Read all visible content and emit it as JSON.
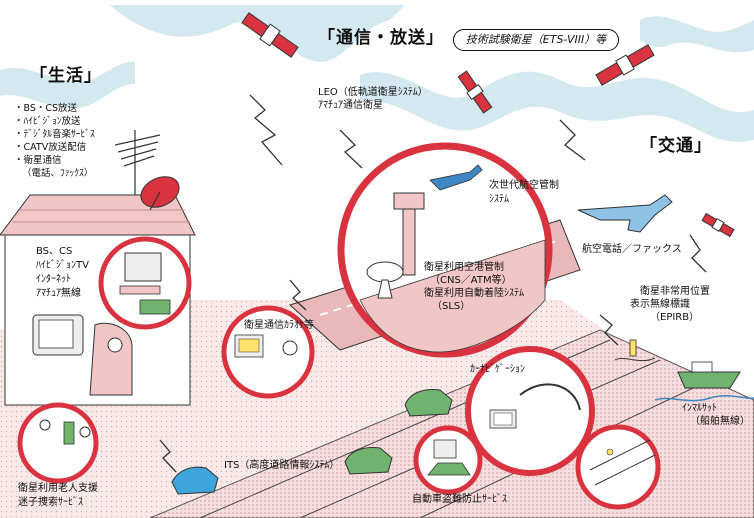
{
  "categories": {
    "comm": "「通信・放送」",
    "life": "「生活」",
    "traffic": "「交通」"
  },
  "header_badge": "技術試験衛星（ETS-VIII）等",
  "life_services": [
    "・BS・CS放送",
    "・ﾊｲﾋﾞｼﾞｮﾝ放送",
    "・ﾃﾞｼﾞﾀﾙ音楽ｻｰﾋﾞｽ",
    "・CATV放送配信",
    "・衛星通信",
    "（電話、ﾌｧｯｸｽ）"
  ],
  "leo": [
    "LEO（低軌道衛星ｼｽﾃﾑ）",
    "ｱﾏﾁｭｱ通信衛星"
  ],
  "home_services": [
    "BS、CS",
    "ﾊｲﾋﾞｼﾞｮﾝTV",
    "ｲﾝﾀｰﾈｯﾄ",
    "ｱﾏﾁｭｱ無線"
  ],
  "next_gen_atc": [
    "次世代航空管制",
    "ｼｽﾃﾑ"
  ],
  "airport_services": [
    "衛星利用空港管制",
    "（CNS／ATM等）",
    "衛星利用自動着陸ｼｽﾃﾑ",
    "（SLS）"
  ],
  "aviation_phone": "航空電話／ファックス",
  "epirb": [
    "衛星非常用位置",
    "表示無線標識",
    "（EPIRB）"
  ],
  "inmarsat": [
    "ｲﾝﾏﾙｻｯﾄ",
    "（船舶無線）"
  ],
  "karaoke": "衛星通信ｶﾗｵｹ等",
  "car_nav": "ｶｰﾅﾋﾞｹﾞｰｼｮﾝ",
  "its": "ITS（高度道路情報ｼｽﾃﾑ）",
  "elderly": [
    "衛星利用老人支援",
    "迷子捜索ｻｰﾋﾞｽ"
  ],
  "theft": "自動車盗難防止ｻｰﾋﾞｽ",
  "colors": {
    "accent": "#d9333f",
    "pink": "#f1c6c6",
    "sky": "#cfe6ee",
    "ground": "#f3d6d6"
  }
}
